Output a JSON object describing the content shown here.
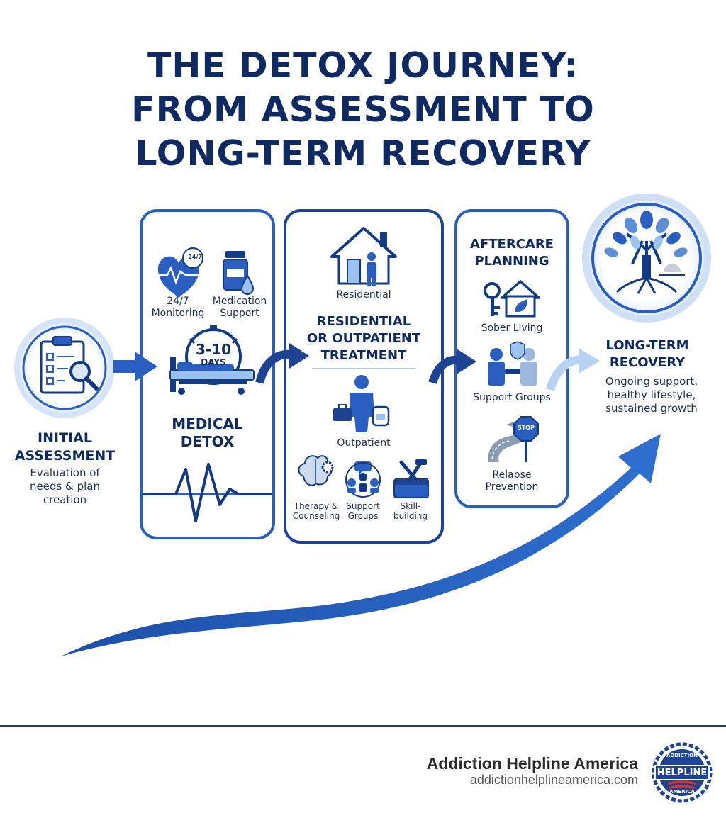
{
  "title": {
    "line1": "THE DETOX JOURNEY:",
    "line2": "FROM ASSESSMENT TO",
    "line3": "LONG-TERM RECOVERY"
  },
  "stages": {
    "assessment": {
      "heading1": "INITIAL",
      "heading2": "ASSESSMENT",
      "desc1": "Evaluation of",
      "desc2": "needs & plan",
      "desc3": "creation"
    },
    "detox": {
      "monitoring1": "24/7",
      "monitoring2": "Monitoring",
      "badge": "24/7",
      "medication1": "Medication",
      "medication2": "Support",
      "days1": "3-10",
      "days2": "DAYS",
      "heading1": "MEDICAL",
      "heading2": "DETOX"
    },
    "treatment": {
      "residential": "Residential",
      "heading1": "RESIDENTIAL",
      "heading2": "OR OUTPATIENT",
      "heading3": "TREATMENT",
      "outpatient": "Outpatient",
      "therapy1": "Therapy &",
      "therapy2": "Counseling",
      "support1": "Support",
      "support2": "Groups",
      "skill1": "Skill-",
      "skill2": "building"
    },
    "aftercare": {
      "heading1": "AFTERCARE",
      "heading2": "PLANNING",
      "sober": "Sober Living",
      "support": "Support Groups",
      "stop": "STOP",
      "relapse1": "Relapse",
      "relapse2": "Prevention"
    },
    "recovery": {
      "heading1": "LONG-TERM",
      "heading2": "RECOVERY",
      "desc1": "Ongoing support,",
      "desc2": "healthy lifestyle,",
      "desc3": "sustained growth"
    }
  },
  "footer": {
    "brand": "Addiction Helpline America",
    "url": "addictionhelplineamerica.com",
    "logo_top": "ADDICTION",
    "logo_mid": "HELPLINE",
    "logo_bottom": "AMERICA"
  },
  "colors": {
    "navy": "#0f2a63",
    "blue": "#2a5fc1",
    "light_blue": "#9cc3ef"
  }
}
